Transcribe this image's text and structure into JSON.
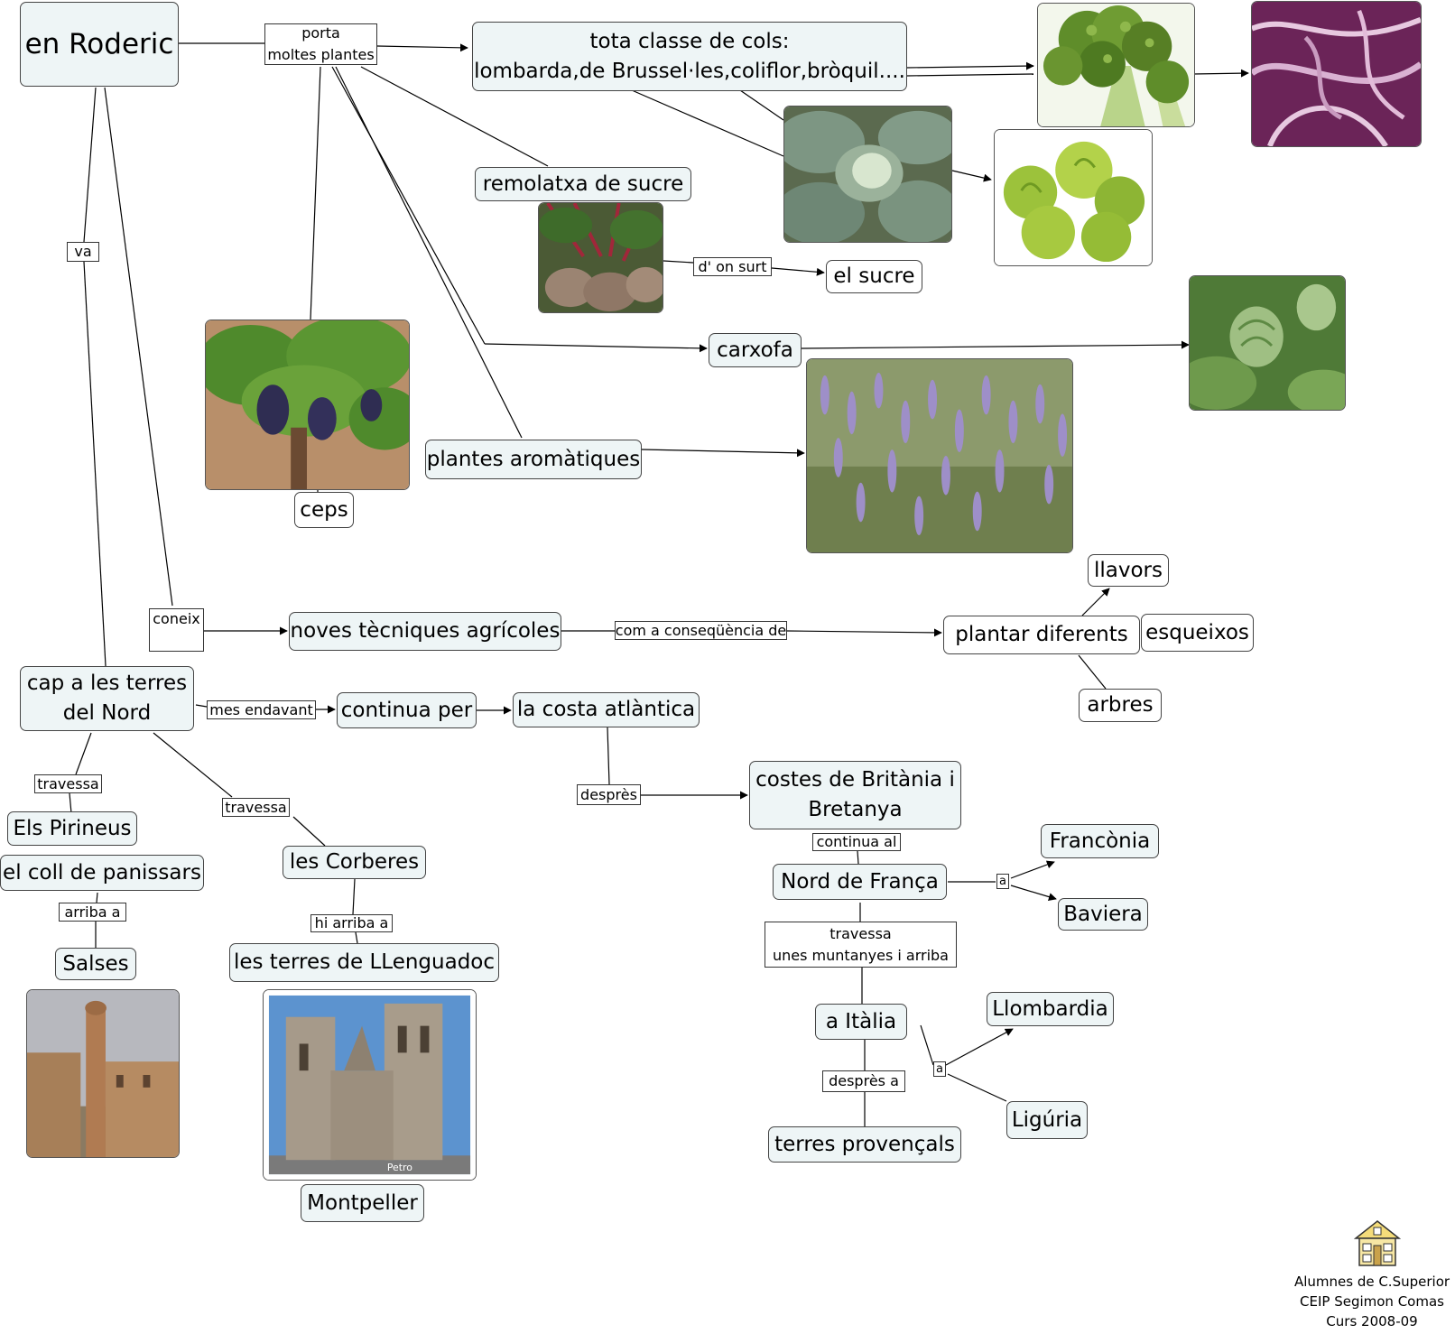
{
  "nodes": {
    "roderic": "en Roderic",
    "cols": [
      "tota classe de cols:",
      "lombarda,de Brussel·les,coliflor,bròquil...."
    ],
    "remolatxa": "remolatxa de sucre",
    "sucre": "el sucre",
    "carxofa": "carxofa",
    "aromatiques": "plantes aromàtiques",
    "ceps": "ceps",
    "tecniques": "noves tècniques agrícoles",
    "plantar": "plantar diferents",
    "llavors": "llavors",
    "esqueixos": "esqueixos",
    "arbres": "arbres",
    "terres_nord": [
      "cap a les terres",
      "del Nord"
    ],
    "continua": "continua per",
    "costa": "la costa atlàntica",
    "britania": [
      "costes de Britània i",
      "Bretanya"
    ],
    "nord_franca": "Nord de França",
    "franconia": "Francònia",
    "baviera": "Baviera",
    "italia": "a Itàlia",
    "llombardia": "Llombardia",
    "liguria": "Ligúria",
    "provencals": "terres provençals",
    "pirineus": "Els Pirineus",
    "coll": "el coll de panissars",
    "salses": "Salses",
    "corberes": "les Corberes",
    "llenguadoc": "les terres de LLenguadoc",
    "montpeller": "Montpeller"
  },
  "links": {
    "porta": [
      "porta",
      "moltes plantes"
    ],
    "va": "va",
    "on_surt": "d' on surt",
    "coneix": "coneix",
    "consequencia": "com a conseqüència de",
    "mes_endavant": "mes endavant",
    "despres": "desprès",
    "continua_al": "continua al",
    "a1": "a",
    "travessa_muntanyes": [
      "travessa",
      "unes muntanyes  i arriba"
    ],
    "a2": "a",
    "despres_a": "desprès a",
    "travessa1": "travessa",
    "travessa2": "travessa",
    "arriba_a": "arriba a",
    "hi_arriba_a": "hi arriba a"
  },
  "images": {
    "photo_text_1": "Petro"
  },
  "footer": [
    "Alumnes de C.Superior",
    "CEIP Segimon Comas",
    "Curs 2008-09"
  ]
}
